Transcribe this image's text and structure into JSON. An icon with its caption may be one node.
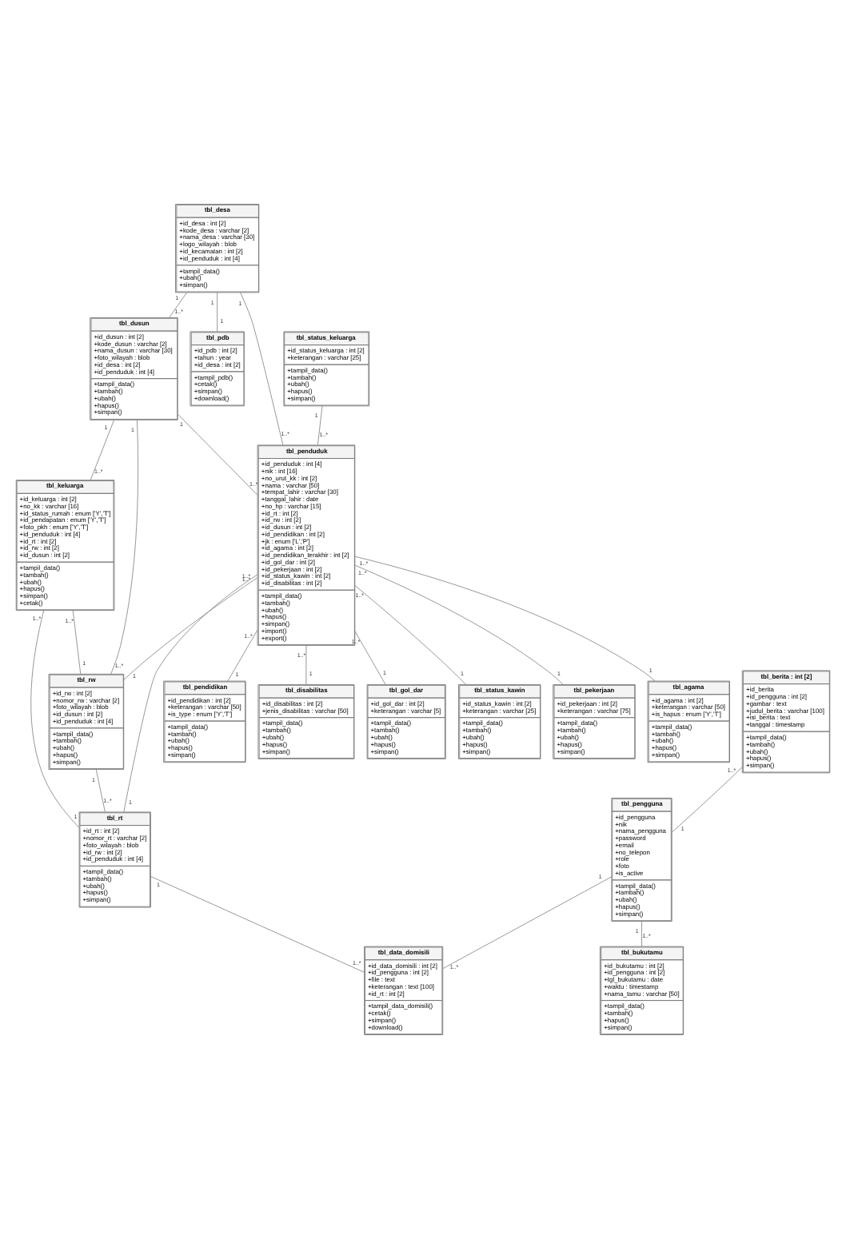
{
  "diagram": {
    "nodes": [
      {
        "text": [
          "tbl_desa",
          "+id_desa : int [2] +kode_desa : varchar [2] +nama_desa : varchar [30] +logo_wilayah : blob +id_kecamatan : int [2] +id_penduduk : int [4]",
          "+tampil_data() +ubah() +simpan()"
        ]
      },
      {
        "text": [
          "tbl_dusun",
          "+id_dusun : int [2] +kode_dusun : varchar [2] +nama_dusun : varchar [30] +foto_wilayah : blob +id_desa : int [2] +id_penduduk : int [4]",
          "+tampil_data() +tambah() +ubah() +hapus() +simpan()"
        ]
      },
      {
        "text": [
          "tbl_keluarga",
          "+id_keluarga : int [2] +no_kk : varchar [16] +id_status_rumah : enum ['Y','T'] +id_pendapatan : enum ['Y','T'] +foto_pkh : enum ['Y','T'] +id_penduduk : int [4] +id_rt : int [2] +id_rw : int [2] +id_dusun : int [2]",
          "+tampil_data() +tambah() +ubah() +hapus() +simpan() +cetak()"
        ]
      },
      {
        "text": [
          "tbl_berita : int [2]",
          "+id_berita +id_pengguna : int [2] +gambar : text +judul_berita : varchar [100] +isi_berita : text +tanggal : timestamp",
          "+tampil_data() +tambah() +ubah() +hapus() +simpan()"
        ]
      },
      {
        "text": [
          "tbl_pdb",
          "+id_pdb : int [2] +tahun : year +id_desa : int [2]",
          "+tampil_pdb() +cetak() +simpan() +download()"
        ]
      },
      {
        "text": [
          "tbl_penduduk",
          "+id_penduduk : int [4] +nik : int [16] +no_urut_kk : int [2] +nama : varchar [50] +tempat_lahir : varchar [30] +tanggal_lahir : date +no_hp : varchar [15] +id_rt : int [2] +id_rw : int [2] +id_dusun : int [2] +id_pendidikan : int [2] +jk : enum ['L','P'] +id_agama : int [2] +id_pendidikan_terakhir : int [2] +id_gol_dar : int [2] +id_pekerjaan : int [2] +id_status_kawin : int [2] +id_disabilitas : int [2]",
          "+tampil_data() +tambah() +ubah() +hapus() +simpan() +import() +export()"
        ]
      },
      {
        "text": [
          "tbl_rw",
          "+id_rw : int [2] +nomor_rw : varchar [2] +foto_wilayah : blob +id_dusun : int [2] +id_penduduk : int [4]",
          "+tampil_data() +tambah() +ubah() +hapus() +simpan()"
        ]
      },
      {
        "text": [
          "tbl_pengguna",
          "+id_pengguna +nik +nama_pengguna +password +email +no_telepon +role +foto +is_active",
          "+tampil_data() +tambah() +ubah() +hapus() +simpan()"
        ]
      },
      {
        "text": [
          "tbl_status_keluarga",
          "+id_status_keluarga : int [2] +keterangan : varchar [25]",
          "+tampil_data() +tambah() +ubah() +hapus() +simpan()"
        ]
      },
      {
        "text": [
          "tbl_rt",
          "+id_rt : int [2] +nomor_rt : varchar [2] +foto_wilayah : blob +id_rw : int [2] +id_penduduk : int [4]",
          "+tampil_data() +tambah() +ubah() +hapus() +simpan()"
        ]
      },
      {
        "text": [
          "tbl_pendidikan",
          "+id_pendidikan : int [2] +keterangan : varchar [50] +is_type : enum ['Y','T']",
          "+tampil_data() +tambah() +ubah() +hapus() +simpan()"
        ]
      },
      {
        "text": [
          "tbl_disabilitas",
          "+id_disabilitas : int [2] +jenis_disabilitas : varchar [50]",
          "+tampil_data() +tambah() +ubah() +hapus() +simpan()"
        ]
      },
      {
        "text": [
          "tbl_gol_dar",
          "+id_gol_dar : int [2] +keterangan : varchar [5]",
          "+tampil_data() +tambah() +ubah() +hapus() +simpan()"
        ]
      },
      {
        "text": [
          "tbl_status_kawin",
          "+id_status_kawin : int [2] +keterangan : varchar [25]",
          "+tampil_data() +tambah() +ubah() +hapus() +simpan()"
        ]
      },
      {
        "text": [
          "tbl_pekerjaan",
          "+id_pekerjaan : int [2] +keterangan : varchar [75]",
          "+tampil_data() +tambah() +ubah() +hapus() +simpan()"
        ]
      },
      {
        "text": [
          "tbl_agama",
          "+id_agama : int [2] +keterangan : varchar [50] +is_hapus : enum ['Y','T']",
          "+tampil_data() +tambah() +ubah() +hapus() +simpan()"
        ]
      },
      {
        "text": [
          "tbl_data_domisili",
          "+id_data_domisili : int [2] +id_pengguna : int [2] +file : text +keterangan : text [100] +id_rt : int [2]",
          "+tampil_data_domisili() +cetak() +simpan() +download()"
        ]
      },
      {
        "text": [
          "tbl_bukutamu",
          "+id_bukutamu : int [2] +id_pengguna : int [2] +tgl_bukutamu : date +waktu : timestamp +nama_tamu : varchar [50]",
          "+tampil_data() +tambah() +hapus() +simpan()"
        ]
      }
    ],
    "edges": [
      {
        "from": 0,
        "to": 1,
        "arrow": "none"
      },
      {
        "from": 1,
        "to": 2,
        "arrow": "none"
      },
      {
        "from": 0,
        "to": 4,
        "arrow": "none"
      },
      {
        "from": 0,
        "to": 5,
        "arrow": "none"
      },
      {
        "from": 1,
        "to": 5,
        "arrow": "none"
      },
      {
        "from": 1,
        "to": 6,
        "arrow": "none"
      },
      {
        "from": 2,
        "to": 6,
        "arrow": "none"
      },
      {
        "from": 2,
        "to": 9,
        "arrow": "none"
      },
      {
        "from": 3,
        "to": 7,
        "arrow": "none"
      },
      {
        "from": 5,
        "to": 6,
        "arrow": "none"
      },
      {
        "from": 6,
        "to": 9,
        "arrow": "none"
      },
      {
        "from": 5,
        "to": 9,
        "arrow": "none"
      },
      {
        "from": 8,
        "to": 5,
        "arrow": "none"
      },
      {
        "from": 5,
        "to": 10,
        "arrow": "none"
      },
      {
        "from": 5,
        "to": 11,
        "arrow": "none"
      },
      {
        "from": 5,
        "to": 12,
        "arrow": "none"
      },
      {
        "from": 5,
        "to": 13,
        "arrow": "none"
      },
      {
        "from": 5,
        "to": 14,
        "arrow": "none"
      },
      {
        "from": 5,
        "to": 15,
        "arrow": "none"
      },
      {
        "from": 9,
        "to": 16,
        "arrow": "none"
      },
      {
        "from": 7,
        "to": 16,
        "arrow": "none"
      },
      {
        "from": 7,
        "to": 17,
        "arrow": "none"
      }
    ],
    "labels": [
      "1",
      "1..*",
      "1",
      "1..*",
      "1",
      "1",
      "1",
      "1..*",
      "1",
      "1..*",
      "1",
      "1..*",
      "1..*",
      "1",
      "1..*",
      "1",
      "1..*",
      "1",
      "1..*",
      "1",
      "1",
      "1..*",
      "1..*",
      "1",
      "1",
      "1..*",
      "1..*",
      "1",
      "1..*",
      "1",
      "1..*",
      "1",
      "1..*",
      "1",
      "1..*",
      "1",
      "1..*",
      "1",
      "1",
      "1..*",
      "1",
      "1..*",
      "1",
      "1..*"
    ]
  }
}
